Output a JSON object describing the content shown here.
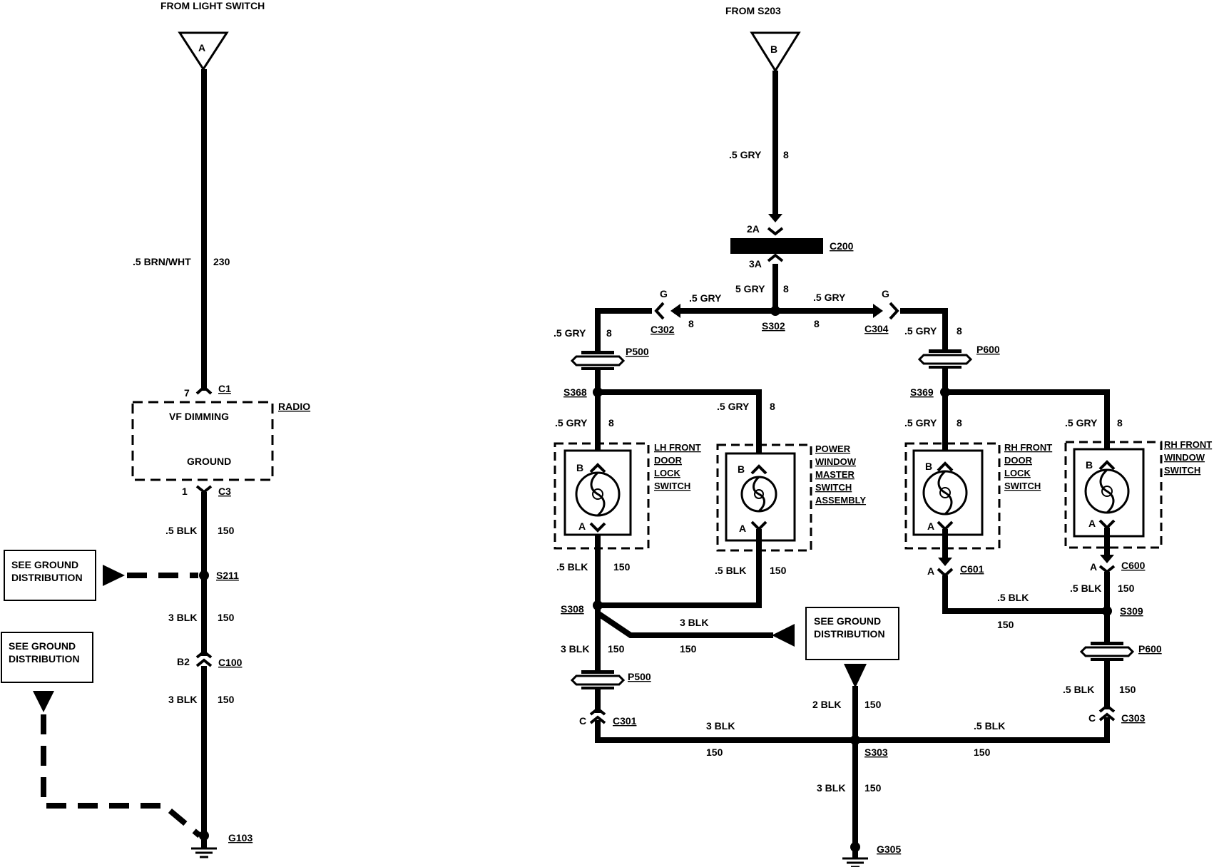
{
  "colors": {
    "wire": "#000000",
    "background": "#ffffff"
  },
  "left": {
    "source": "FROM LIGHT SWITCH",
    "arrow": "A",
    "wire_top": {
      "size_color": ".5 BRN/WHT",
      "circuit": "230"
    },
    "c1": {
      "pin": "7",
      "name": "C1"
    },
    "radio": {
      "title": "RADIO",
      "vf": "VF DIMMING",
      "ground": "GROUND"
    },
    "c3": {
      "pin": "1",
      "name": "C3"
    },
    "wire_c3": {
      "size_color": ".5 BLK",
      "circuit": "150"
    },
    "s211": "S211",
    "gd_box1": [
      "SEE GROUND",
      "DISTRIBUTION"
    ],
    "wire_s211": {
      "size_color": "3 BLK",
      "circuit": "150"
    },
    "c100": {
      "pin": "B2",
      "name": "C100"
    },
    "wire_c100": {
      "size_color": "3 BLK",
      "circuit": "150"
    },
    "gd_box2": [
      "SEE GROUND",
      "DISTRIBUTION"
    ],
    "ground": "G103"
  },
  "right": {
    "source": "FROM S203",
    "arrow": "B",
    "wire_top": {
      "size_color": ".5 GRY",
      "circuit": "8"
    },
    "c200": {
      "name": "C200",
      "pin_top": "2A",
      "pin_bottom": "3A"
    },
    "wire_s302_top": {
      "size_color": "5 GRY",
      "circuit": "8"
    },
    "s302": "S302",
    "wire_left_branch": {
      "size_color": ".5 GRY",
      "circuit": "8"
    },
    "wire_right_branch": {
      "size_color": ".5 GRY",
      "circuit": "8"
    },
    "c302": {
      "name": "C302",
      "pin": "G"
    },
    "c304": {
      "name": "C304",
      "pin": "G"
    },
    "wire_c302_down": {
      "size_color": ".5 GRY",
      "circuit": "8"
    },
    "wire_c304_down": {
      "size_color": ".5 GRY",
      "circuit": "8"
    },
    "p500_top": "P500",
    "p600_top": "P600",
    "s368": "S368",
    "s369": "S369",
    "wire_s368_down": {
      "size_color": ".5 GRY",
      "circuit": "8"
    },
    "wire_pwm_down": {
      "size_color": ".5 GRY",
      "circuit": "8"
    },
    "wire_s369_down": {
      "size_color": ".5 GRY",
      "circuit": "8"
    },
    "wire_rhw_down": {
      "size_color": ".5 GRY",
      "circuit": "8"
    },
    "sw_lh": {
      "lines": [
        "LH FRONT",
        "DOOR",
        "LOCK",
        "SWITCH"
      ],
      "pin_b": "B",
      "pin_a": "A"
    },
    "sw_pwm": {
      "lines": [
        "POWER",
        "WINDOW",
        "MASTER",
        "SWITCH",
        "ASSEMBLY"
      ],
      "pin_b": "B",
      "pin_a": "A"
    },
    "sw_rh": {
      "lines": [
        "RH FRONT",
        "DOOR",
        "LOCK",
        "SWITCH"
      ],
      "pin_b": "B",
      "pin_a": "A"
    },
    "sw_rhw": {
      "lines": [
        "RH FRONT",
        "WINDOW",
        "SWITCH"
      ],
      "pin_b": "B",
      "pin_a": "A"
    },
    "wire_lh_out": {
      "size_color": ".5 BLK",
      "circuit": "150"
    },
    "wire_pwm_out": {
      "size_color": ".5 BLK",
      "circuit": "150"
    },
    "c601": {
      "name": "C601",
      "pin": "A"
    },
    "c600": {
      "name": "C600",
      "pin": "A"
    },
    "wire_c601_s309": {
      "size_color": ".5 BLK",
      "circuit": "150"
    },
    "wire_c600_s309": {
      "size_color": ".5 BLK",
      "circuit": "150"
    },
    "s309": "S309",
    "s308": "S308",
    "wire_s308_gd": {
      "size_color": "3 BLK",
      "circuit": "150"
    },
    "gd_box": [
      "SEE GROUND",
      "DISTRIBUTION"
    ],
    "wire_s308_down": {
      "size_color": "3 BLK",
      "circuit": "150"
    },
    "p500_bottom": "P500",
    "p600_bottom": "P600",
    "wire_p600_down": {
      "size_color": ".5 BLK",
      "circuit": "150"
    },
    "c301": {
      "name": "C301",
      "pin": "C"
    },
    "c303": {
      "name": "C303",
      "pin": "C"
    },
    "wire_gd_s303": {
      "size_color": "2 BLK",
      "circuit": "150"
    },
    "wire_c301_s303": {
      "size_color": "3 BLK",
      "circuit": "150"
    },
    "wire_s303_c303": {
      "size_color": ".5 BLK",
      "circuit": "150"
    },
    "s303": "S303",
    "wire_s303_down": {
      "size_color": "3 BLK",
      "circuit": "150"
    },
    "ground": "G305"
  }
}
